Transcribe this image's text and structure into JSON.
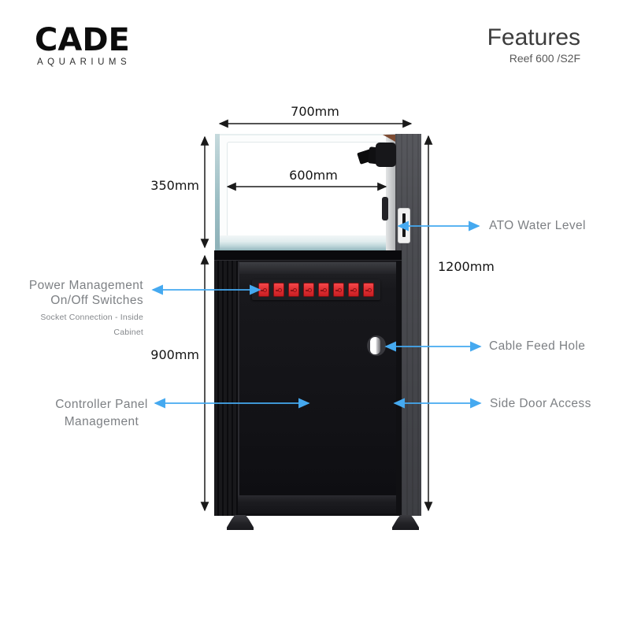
{
  "header": {
    "brand": "CADE",
    "brand_tagline": "AQUARIUMS",
    "title": "Features",
    "subtitle": "Reef 600 /S2F"
  },
  "dimensions": {
    "top_width": "700mm",
    "inner_width": "600mm",
    "tank_height": "350mm",
    "cabinet_height": "900mm",
    "overall_height": "1200mm"
  },
  "callouts": {
    "ato_water_level": "ATO Water Level",
    "power_line1": "Power Management",
    "power_line2": "On/Off Switches",
    "power_note": "Socket Connection - Inside Cabinet",
    "cable_feed_hole": "Cable Feed Hole",
    "controller_line1": "Controller Panel",
    "controller_line2": "Management",
    "side_door_access": "Side Door Access"
  },
  "diagram": {
    "switch_count": 8
  },
  "colors": {
    "callout_arrow": "#45a9f0",
    "dimension_line": "#1a1a1a",
    "callout_text": "#7d8084",
    "switch_red": "#e23134",
    "cabinet_black": "#101013",
    "side_column_gray": "#4b4c51",
    "tank_glass_teal": "#9dbfc5"
  }
}
